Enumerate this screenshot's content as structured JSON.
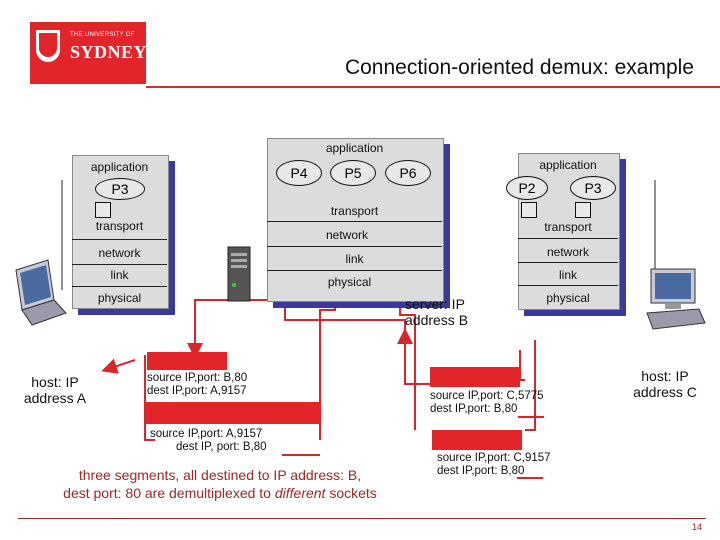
{
  "header": {
    "logo_line1": "THE UNIVERSITY OF",
    "logo_line2": "SYDNEY",
    "title": "Connection-oriented demux: example"
  },
  "hostA": {
    "application": "application",
    "process": "P3",
    "transport": "transport",
    "network": "network",
    "link": "link",
    "physical": "physical",
    "label": "host: IP address A"
  },
  "server": {
    "application": "application",
    "processes": [
      "P4",
      "P5",
      "P6"
    ],
    "transport": "transport",
    "network": "network",
    "link": "link",
    "physical": "physical",
    "label": "server: IP address B"
  },
  "hostC": {
    "application": "application",
    "processes": [
      "P2",
      "P3"
    ],
    "transport": "transport",
    "network": "network",
    "link": "link",
    "physical": "physical",
    "label": "host: IP address C"
  },
  "segments": [
    {
      "line1": "source IP,port: B,80",
      "line2": "dest IP,port: A,9157"
    },
    {
      "line1": "source IP,port: A,9157",
      "line2": "dest IP, port: B,80"
    },
    {
      "line1": "source IP,port: C,5775",
      "line2": "dest IP,port: B,80"
    },
    {
      "line1": "source IP,port: C,9157",
      "line2": "dest IP,port: B,80"
    }
  ],
  "note": {
    "line1": "three segments, all destined to IP address: B,",
    "line2_pre": "dest port: 80 are demultiplexed to ",
    "line2_em": "different",
    "line2_post": " sockets"
  },
  "page_number": "14",
  "colors": {
    "accent": "#e2242b",
    "stack_shadow": "#3a3a9a",
    "note": "#a0262a"
  }
}
